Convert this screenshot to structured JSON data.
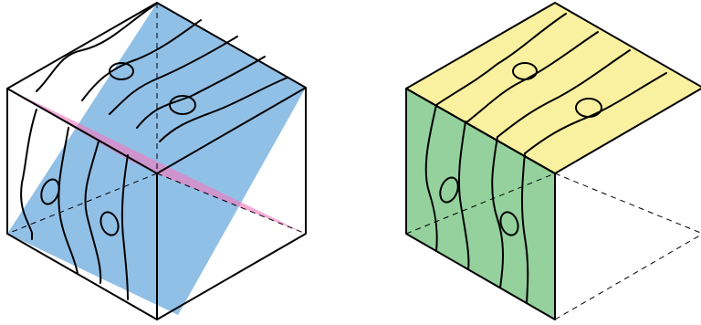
{
  "figure": {
    "panels": [
      {
        "id": "left",
        "planes": [
          "oblique-section",
          "diagonal-section"
        ]
      },
      {
        "id": "right",
        "faces": [
          "top",
          "front"
        ]
      }
    ]
  },
  "colors": {
    "blue_plane": "#8bbde6",
    "pink_plane": "#f07cc0",
    "top_face": "#f9f1a0",
    "front_face": "#94d19c",
    "line": "#000000"
  }
}
